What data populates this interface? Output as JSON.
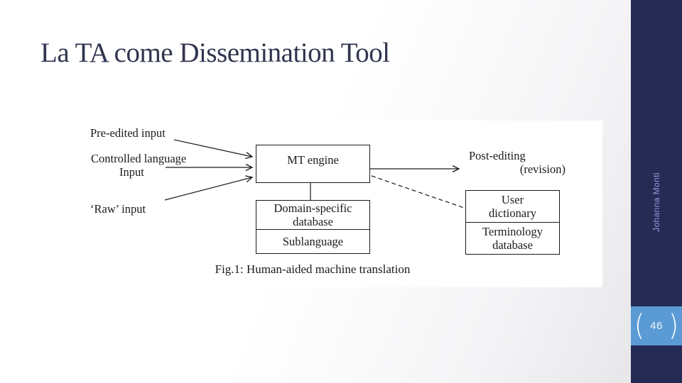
{
  "slide": {
    "title": "La TA come Dissemination Tool",
    "author_vertical": "Johanna Monti",
    "page_number": "46",
    "page_badge": {
      "left_paren": "(",
      "right_paren": ")"
    }
  },
  "figure": {
    "caption": "Fig.1: Human-aided machine translation",
    "labels": {
      "pre_edited_input": "Pre-edited input",
      "controlled_language_line1": "Controlled language",
      "controlled_language_line2": "Input",
      "raw_input": "‘Raw’ input",
      "post_editing_line1": "Post-editing",
      "post_editing_line2": "(revision)"
    },
    "boxes": {
      "mt_engine": "MT engine",
      "domain_specific_line1": "Domain-specific",
      "domain_specific_line2": "database",
      "sublanguage": "Sublanguage",
      "user_dictionary_line1": "User",
      "user_dictionary_line2": "dictionary",
      "terminology_line1": "Terminology",
      "terminology_line2": "database"
    }
  },
  "colors": {
    "sidebar-navy": "#262b55",
    "band-blue": "#5b9bd5",
    "author-text": "#8f9cd9",
    "title-text": "#31354f",
    "diagram-ink": "#1b1b1b"
  }
}
